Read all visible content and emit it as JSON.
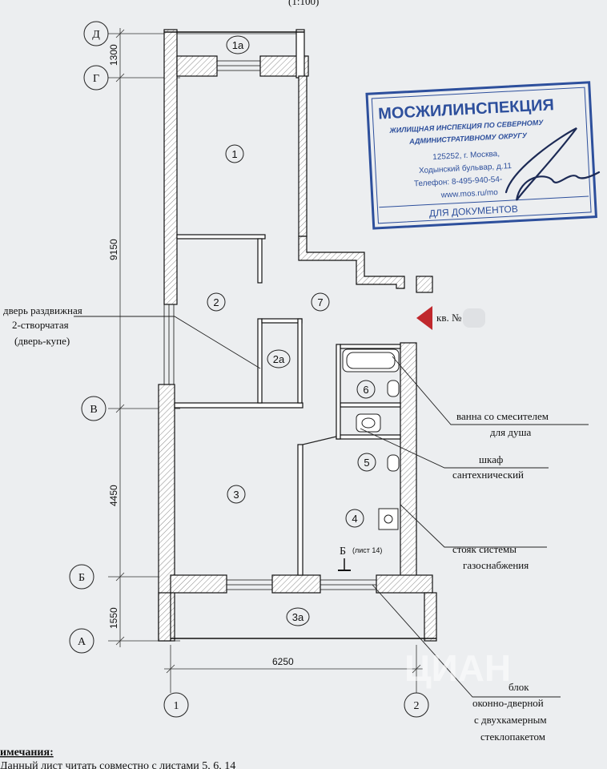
{
  "header": {
    "scale": "(1:100)"
  },
  "axes": {
    "rows": [
      "Д",
      "Г",
      "В",
      "Б",
      "А"
    ],
    "cols": [
      "1",
      "2"
    ]
  },
  "dimensions": {
    "d1300": "1300",
    "d9150": "9150",
    "d4450": "4450",
    "d1550": "1550",
    "d6250": "6250"
  },
  "rooms": {
    "r1": "1",
    "r1a": "1а",
    "r2": "2",
    "r2a": "2а",
    "r3": "3",
    "r3a": "3а",
    "r4": "4",
    "r5": "5",
    "r6": "6",
    "r7": "7"
  },
  "apartment_tag": "кв. №",
  "section_mark": {
    "letter": "Б",
    "note": "(лист 14)"
  },
  "annotations": {
    "door": [
      "дверь раздвижная",
      "2-створчатая",
      "(дверь-купе)"
    ],
    "bath": [
      "ванна со смесителем",
      "для душа"
    ],
    "cabinet": [
      "шкаф",
      "сантехнический"
    ],
    "gas": [
      "стояк системы",
      "газоснабжения"
    ],
    "window": [
      "блок",
      "оконно-дверной",
      "с двухкамерным",
      "стеклопакетом"
    ]
  },
  "notes": {
    "heading": "имечания:",
    "line1": "Данный лист читать совместно с листами 5, 6, 14"
  },
  "stamp": {
    "title": "МОСЖИЛИНСПЕКЦИЯ",
    "sub1": "ЖИЛИЩНАЯ ИНСПЕКЦИЯ ПО СЕВЕРНОМУ",
    "sub2": "АДМИНИСТРАТИВНОМУ ОКРУГУ",
    "addr1": "125252, г. Москва,",
    "addr2": "Ходынский бульвар, д.11",
    "phone": "Телефон: 8-495-940-54-",
    "web": "www.mos.ru/mo",
    "footer": "ДЛЯ ДОКУМЕНТОВ",
    "color": "#2d4f9c"
  },
  "watermark": "ЦИАН"
}
